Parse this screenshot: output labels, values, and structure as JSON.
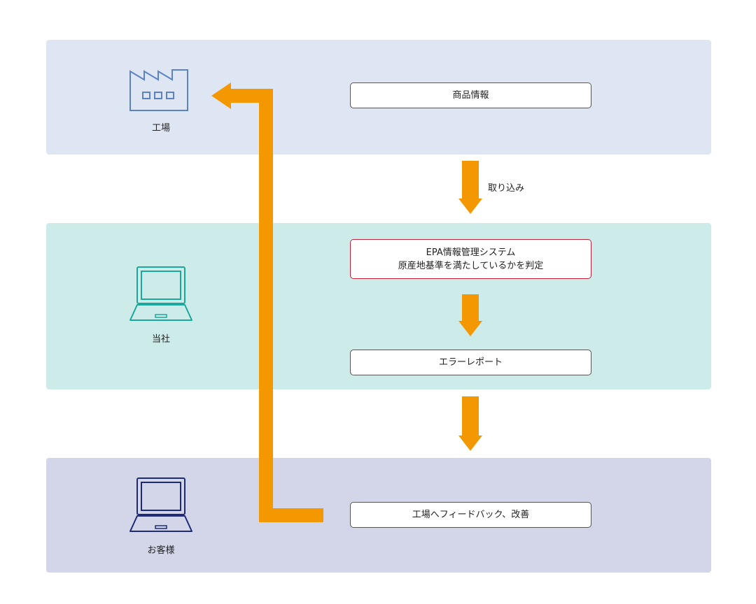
{
  "diagram": {
    "actors": {
      "factory": {
        "label": "工場",
        "icon": "factory-icon"
      },
      "company": {
        "label": "当社",
        "icon": "laptop-icon"
      },
      "customer": {
        "label": "お客様",
        "icon": "laptop-icon"
      }
    },
    "boxes": {
      "product_info": "商品情報",
      "epa_line1": "EPA情報管理システム",
      "epa_line2": "原産地基準を満たしているかを判定",
      "error_report": "エラーレポート",
      "feedback": "工場へフィードバック、改善"
    },
    "flow_labels": {
      "import": "取り込み"
    },
    "colors": {
      "arrow": "#f39800",
      "factory_band": "#dfe6f3",
      "company_band": "#cdebe9",
      "customer_band": "#d3d6e8",
      "factory_icon": "#5b82c4",
      "company_icon": "#1aa89a",
      "customer_icon": "#1f2a78",
      "highlight_border": "#c0223a"
    }
  }
}
